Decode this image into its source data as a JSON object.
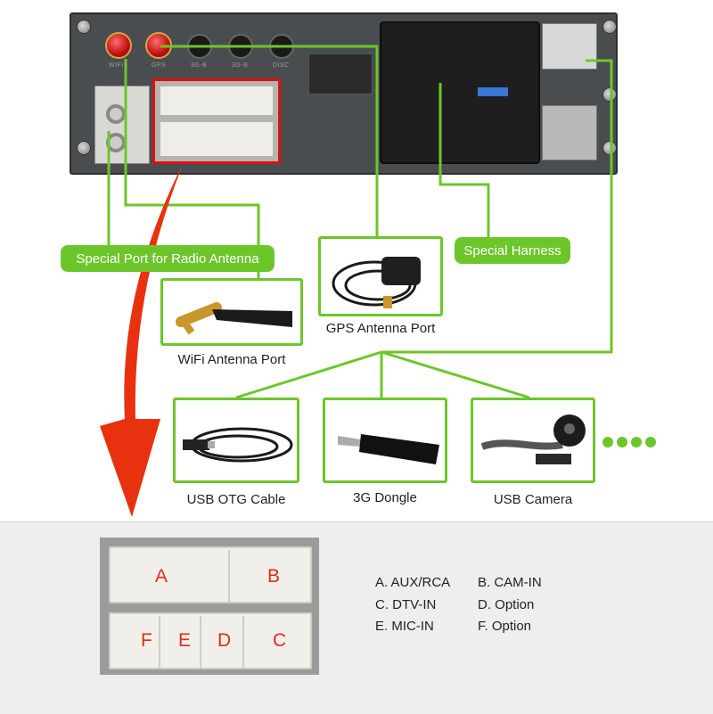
{
  "unit": {
    "port_labels": [
      "WIFI",
      "GPS",
      "3G-B",
      "3G-B",
      "DISC"
    ],
    "callouts": {
      "radio_antenna": "Special Port for Radio Antenna",
      "special_harness": "Special Harness"
    }
  },
  "accessories": {
    "wifi": "WiFi Antenna Port",
    "gps": "GPS Antenna Port",
    "otg": "USB OTG Cable",
    "dongle": "3G Dongle",
    "camera": "USB Camera",
    "more": "●●●●"
  },
  "connector": {
    "letters": [
      "A",
      "B",
      "F",
      "E",
      "D",
      "C"
    ]
  },
  "legend": {
    "a": "A. AUX/RCA",
    "b": "B. CAM-IN",
    "c": "C. DTV-IN",
    "d": "D. Option",
    "e": "E. MIC-IN",
    "f": "F. Option"
  },
  "colors": {
    "green": "#6cc62a",
    "red_arrow": "#e8310f",
    "highlight": "#e01010"
  }
}
